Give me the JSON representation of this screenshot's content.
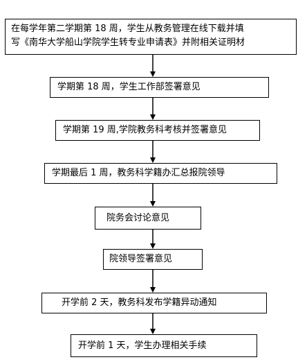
{
  "flow": {
    "steps": [
      {
        "lines": [
          "在每学年第二学期第 18 周，学生从教务管理在线下载并填",
          "写《南华大学船山学院学生转专业申请表》并附相关证明材"
        ]
      },
      {
        "lines": [
          "学期第 18 周，学生工作部签署意见"
        ]
      },
      {
        "lines": [
          "学期第 19 周,学院教务科考核并签署意见"
        ]
      },
      {
        "lines": [
          "学期最后 1 周，教务科学籍办汇总报院领导"
        ]
      },
      {
        "lines": [
          "院务会讨论意见"
        ]
      },
      {
        "lines": [
          "院领导签署意见"
        ]
      },
      {
        "lines": [
          "开学前 2 天，教务科发布学籍异动通知"
        ]
      },
      {
        "lines": [
          "开学前 1 天，学生办理相关手续"
        ]
      }
    ]
  }
}
